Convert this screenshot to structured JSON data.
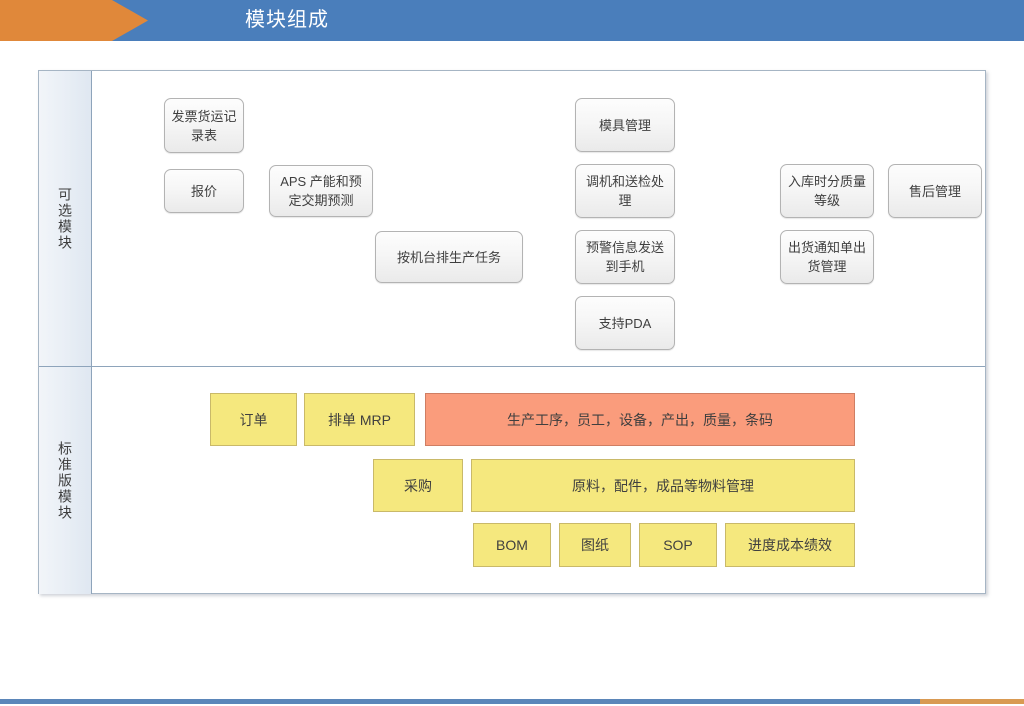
{
  "header": {
    "title": "模块组成",
    "arrow_color": "#e0883a",
    "banner_color": "#4a7ebb",
    "title_color": "#ffffff"
  },
  "bands": [
    {
      "key": "optional",
      "label": "可选模块"
    },
    {
      "key": "standard",
      "label": "标准版模块"
    }
  ],
  "optional_modules": [
    {
      "id": "invoice-shipping-record",
      "label": "发票货运记录表"
    },
    {
      "id": "quotation",
      "label": "报价"
    },
    {
      "id": "aps-capacity-forecast",
      "label": "APS 产能和预定交期预测"
    },
    {
      "id": "machine-schedule-tasks",
      "label": "按机台排生产任务"
    },
    {
      "id": "mold-management",
      "label": "模具管理"
    },
    {
      "id": "machine-adjust-inspect",
      "label": "调机和送检处理"
    },
    {
      "id": "alert-push-to-phone",
      "label": "预警信息发送到手机"
    },
    {
      "id": "pda-support",
      "label": "支持PDA"
    },
    {
      "id": "inbound-quality-grade",
      "label": "入库时分质量等级"
    },
    {
      "id": "after-sales-management",
      "label": "售后管理"
    },
    {
      "id": "shipping-notice-manage",
      "label": "出货通知单出货管理"
    }
  ],
  "standard_modules": [
    {
      "id": "order",
      "label": "订单",
      "color": "yellow"
    },
    {
      "id": "schedule-mrp",
      "label": "排单  MRP",
      "color": "yellow"
    },
    {
      "id": "production-core",
      "label": "生产工序，员工，设备，产出，质量，条码",
      "color": "salmon"
    },
    {
      "id": "purchasing",
      "label": "采购",
      "color": "yellow"
    },
    {
      "id": "material-management",
      "label": "原料，配件，成品等物料管理",
      "color": "yellow"
    },
    {
      "id": "bom",
      "label": "BOM",
      "color": "yellow"
    },
    {
      "id": "drawings",
      "label": "图纸",
      "color": "yellow"
    },
    {
      "id": "sop",
      "label": "SOP",
      "color": "yellow"
    },
    {
      "id": "progress-cost-kpi",
      "label": "进度成本绩效",
      "color": "yellow"
    }
  ],
  "colors": {
    "yellow": "#f5e87e",
    "salmon": "#fa9c7c",
    "frame_border": "#a6b5c4",
    "footer_blue": "#5b86b9",
    "footer_orange": "#d99a52"
  }
}
